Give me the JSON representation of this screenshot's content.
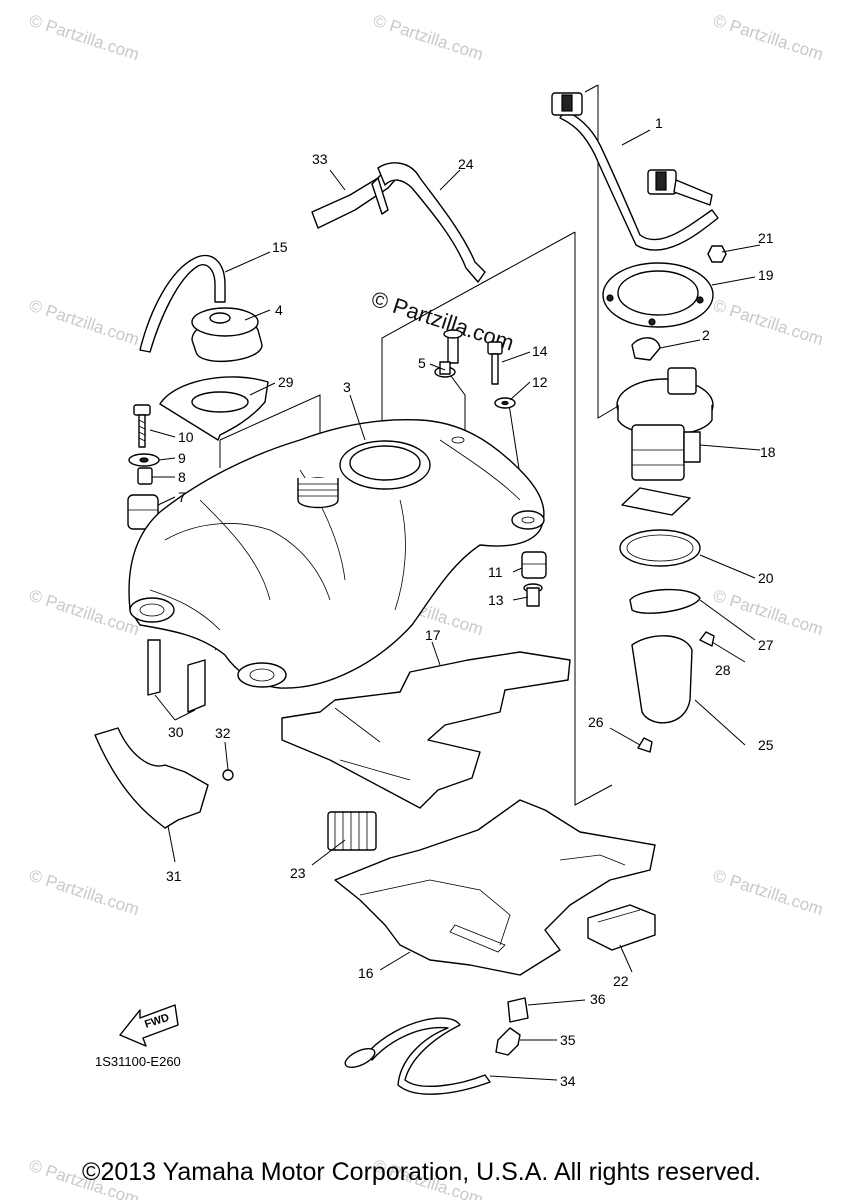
{
  "watermark": "© Partzilla.com",
  "center_watermark": "© Partzilla.com",
  "diagram_code": "1S31100-E260",
  "fwd_label": "FWD",
  "copyright": "©2013 Yamaha Motor Corporation, U.S.A. All rights reserved.",
  "callouts": {
    "n1": "1",
    "n2": "2",
    "n3": "3",
    "n4": "4",
    "n5": "5",
    "n7": "7",
    "n8": "8",
    "n9": "9",
    "n10": "10",
    "n11": "11",
    "n12": "12",
    "n13": "13",
    "n14": "14",
    "n15": "15",
    "n16": "16",
    "n17": "17",
    "n18": "18",
    "n19": "19",
    "n20": "20",
    "n21": "21",
    "n22": "22",
    "n23": "23",
    "n24": "24",
    "n25": "25",
    "n26": "26",
    "n27": "27",
    "n28": "28",
    "n29": "29",
    "n30": "30",
    "n31": "31",
    "n32": "32",
    "n33": "33",
    "n34": "34",
    "n35": "35",
    "n36": "36"
  }
}
